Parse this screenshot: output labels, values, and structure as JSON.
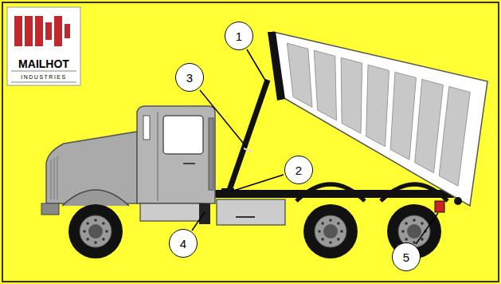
{
  "diagram": {
    "labels": [
      "MAILHOT",
      "INDUSTRIES",
      "1",
      "2",
      "3",
      "4",
      "5"
    ]
  }
}
